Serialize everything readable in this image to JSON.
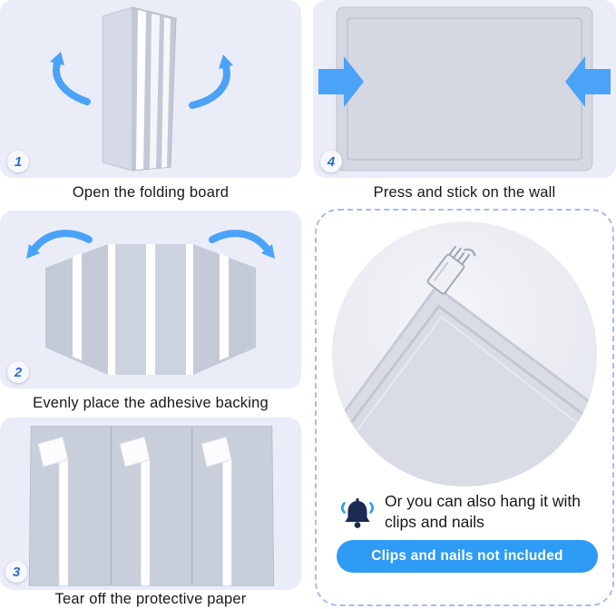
{
  "steps": [
    {
      "number": "1",
      "caption": "Open the folding board"
    },
    {
      "number": "2",
      "caption": "Evenly place the adhesive backing"
    },
    {
      "number": "3",
      "caption": "Tear off the protective paper"
    },
    {
      "number": "4",
      "caption": "Press and stick on the wall"
    }
  ],
  "note": {
    "text": "Or you can also hang it with clips and nails",
    "badge": "Clips and nails not included"
  },
  "icons": [
    "curved-arrow-icon",
    "press-arrow-icon",
    "bell-icon"
  ],
  "colors": {
    "panel_background": "#eaedf8",
    "arrow_blue": "#4ba3f7",
    "pill_blue": "#2e9bf5",
    "board_gray": "#c9cedb",
    "dashed_border": "#a9bce8",
    "step_number_blue": "#2e6bd4",
    "caption_text": "#17181d",
    "bell_navy": "#1d2a52"
  }
}
